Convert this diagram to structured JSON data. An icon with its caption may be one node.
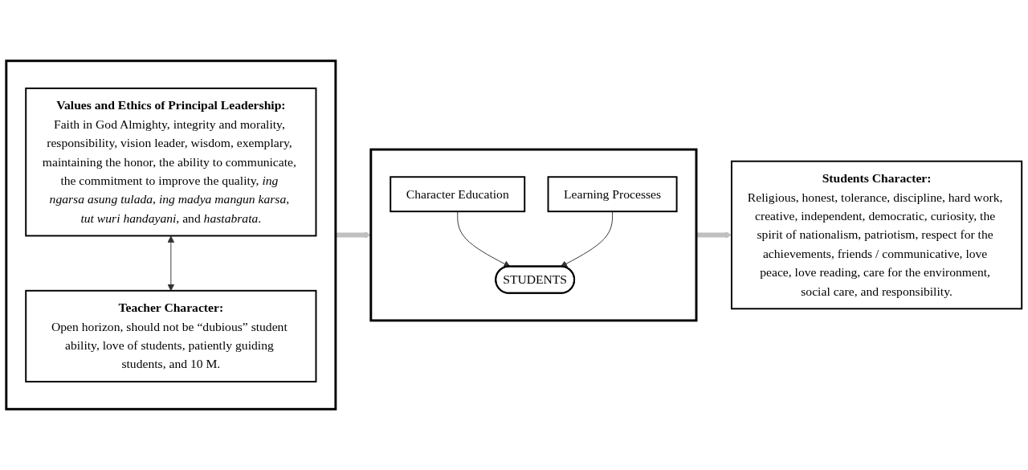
{
  "diagram": {
    "nodes": [
      {
        "text": [],
        "shape": "box"
      },
      {
        "text": [
          "Values and Ethics of Principal Leadership:",
          "Faith in God Almighty, integrity and morality, responsibility, vision leader, wisdom, exemplary, maintaining the honor, the ability to communicate, the commitment to improve the quality, *ing ngarsa asung tulada*, *ing madya mangun karsa*, *tut wuri handayani*, and *hastabrata*."
        ],
        "in": 0
      },
      {
        "text": [
          "Teacher Character:",
          "Open horizon, should not be “dubious” student ability, love of students, patiently guiding students, and 10 M."
        ],
        "in": 0
      },
      {
        "text": [],
        "shape": "box"
      },
      {
        "text": [
          "Character Education"
        ],
        "in": 3
      },
      {
        "text": [
          "STUDENTS"
        ],
        "in": 3
      },
      {
        "text": [
          "Learning Processes"
        ],
        "in": 3
      },
      {
        "text": [
          "Students Character:",
          "Religious, honest, tolerance, discipline, hard work, creative, independent, democratic, curiosity, the spirit of nationalism, patriotism, respect for the achievements, friends / communicative, love peace, love reading, care for the environment, social care, and responsibility."
        ]
      }
    ],
    "edges": [
      {
        "from": 1,
        "to": 2,
        "arrow": "both"
      },
      {
        "from": 0,
        "to": 3,
        "arrow": "to",
        "style": "thick",
        "color": "#c0c0c0"
      },
      {
        "from": 3,
        "to": 7,
        "arrow": "to",
        "style": "thick",
        "color": "#c0c0c0"
      },
      {
        "from": 4,
        "to": 5,
        "arrow": "to"
      },
      {
        "from": 6,
        "to": 5,
        "arrow": "to"
      }
    ]
  }
}
